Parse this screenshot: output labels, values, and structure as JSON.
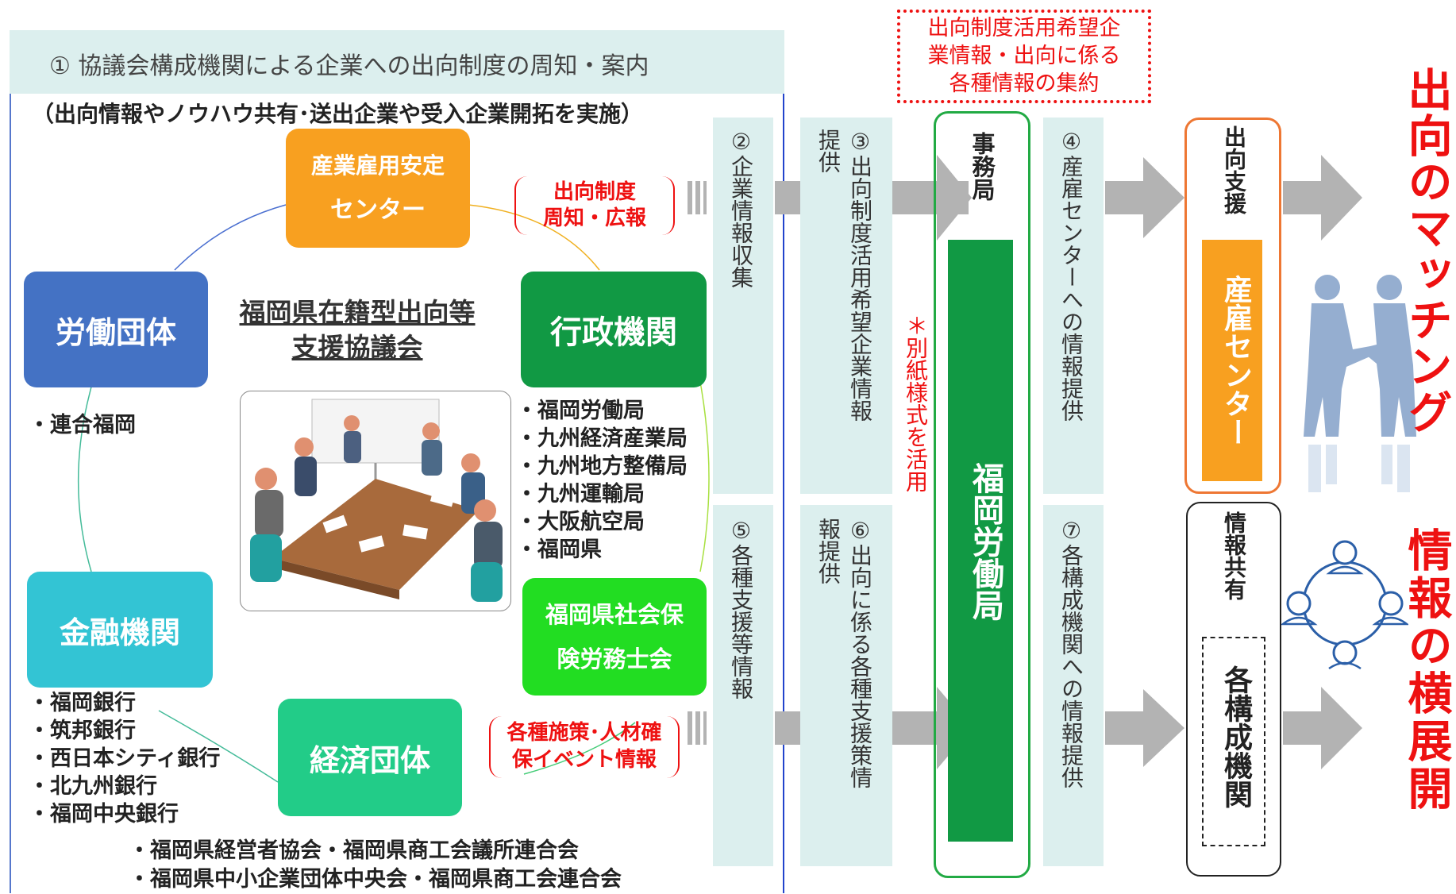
{
  "step1": {
    "title": "① 協議会構成機関による企業への出向制度の周知・案内",
    "subtitle": "（出向情報やノウハウ共有･送出企業や受入企業開拓を実施）"
  },
  "council": {
    "line1": "福岡県在籍型出向等",
    "line2": "支援協議会"
  },
  "sangyo_center": {
    "line1": "産業雇用安定",
    "line2": "センター"
  },
  "labor": {
    "label": "労働団体",
    "members": [
      "・連合福岡"
    ]
  },
  "gyosei": {
    "label": "行政機関",
    "members": [
      "・福岡労働局",
      "・九州経済産業局",
      "・九州地方整備局",
      "・九州運輸局",
      "・大阪航空局",
      "・福岡県"
    ]
  },
  "kinyu": {
    "label": "金融機関",
    "members": [
      "・福岡銀行",
      "・筑邦銀行",
      "・西日本シティ銀行",
      "・北九州銀行",
      "・福岡中央銀行"
    ]
  },
  "sharoushi": {
    "line1": "福岡県社会保",
    "line2": "険労務士会"
  },
  "keizai": {
    "label": "経済団体",
    "members": [
      "・福岡県経営者協会・福岡県商工会議所連合会",
      "・福岡県中小企業団体中央会・福岡県商工会連合会"
    ]
  },
  "callout_top": {
    "line1": "出向制度",
    "line2": "周知・広報"
  },
  "callout_bottom": {
    "line1": "各種施策･人材確",
    "line2": "保イベント情報"
  },
  "col2_label": "②企業情報収集",
  "col3_label_a": "③出向制度活用希望企業情報",
  "col3_label_b": "提供",
  "col5_label": "⑤各種支援等情報",
  "col6_label_a": "⑥出向に係る各種支援策情",
  "col6_label_b": "報提供",
  "aggregation": {
    "line1": "出向制度活用希望企",
    "line2": "業情報・出向に係る",
    "line3": "各種情報の集約"
  },
  "note": "＊別紙様式を活用",
  "secretariat": {
    "label": "事務局",
    "org": "福岡労働局"
  },
  "col4_label": "④産雇センターへの情報提供",
  "col7_label": "⑦各構成機関への情報提供",
  "support": {
    "label": "出向支援",
    "org": "産雇センター"
  },
  "share": {
    "label": "情報共有",
    "org": "各構成機関"
  },
  "result_top": "出向のマッチング",
  "result_bottom": "情報の横展開",
  "colors": {
    "orange": "#f8a020",
    "blue": "#4472c4",
    "green": "#119944",
    "teal": "#33c4d4",
    "lightgreen": "#22dd22",
    "mint": "#22cc88",
    "pale": "#dcefee",
    "red": "#ee1111",
    "arrow": "#b3b3b3"
  }
}
